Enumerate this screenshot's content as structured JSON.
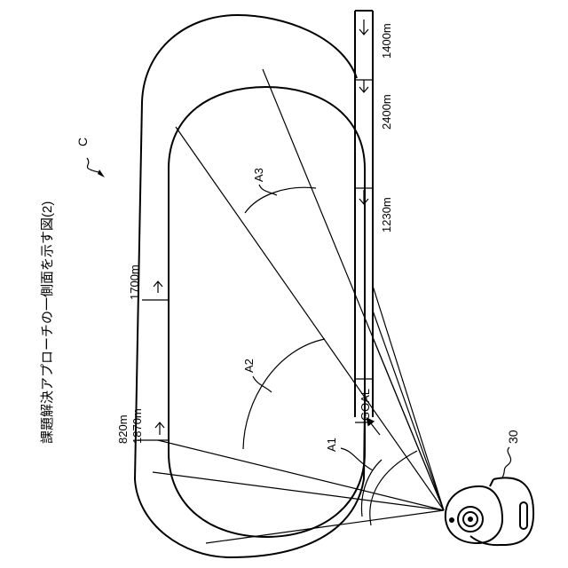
{
  "figure": {
    "title": "課題解決アプローチの一側面を示す図(2)",
    "course_ref": "C",
    "camera_ref": "30",
    "goal_label": "GOAL",
    "areas": {
      "a1": "A1",
      "a2": "A2",
      "a3": "A3"
    },
    "distances": {
      "d1400": "1400m",
      "d2400": "2400m",
      "d1230": "1230m",
      "d1700": "1700m",
      "d820": "820m",
      "d1870": "1870m"
    }
  }
}
